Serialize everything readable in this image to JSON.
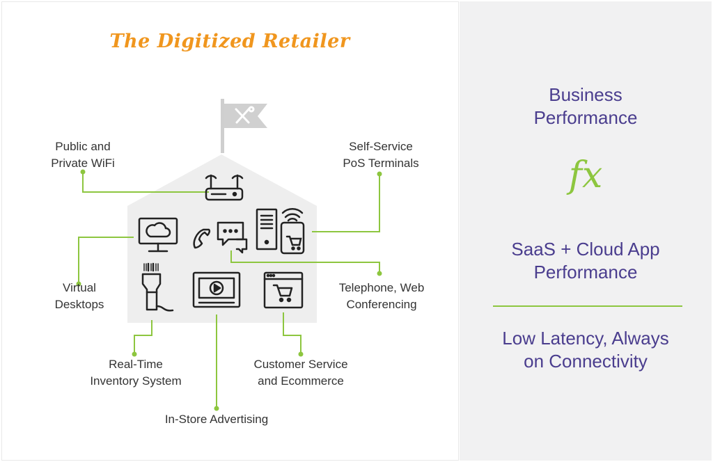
{
  "title": "The Digitized Retailer",
  "colors": {
    "title": "#f0961e",
    "accent_green": "#8dc63f",
    "purple": "#4a3d8e",
    "house_fill": "#eeeeee"
  },
  "labels": {
    "wifi": [
      "Public and",
      "Private WiFi"
    ],
    "pos": [
      "Self-Service",
      "PoS Terminals"
    ],
    "desktops": [
      "Virtual",
      "Desktops"
    ],
    "telephone": [
      "Telephone, Web",
      "Conferencing"
    ],
    "inventory": [
      "Real-Time",
      "Inventory System"
    ],
    "customer": [
      "Customer Service",
      "and Ecommerce"
    ],
    "advertising": "In-Store Advertising"
  },
  "right_panel": {
    "business": [
      "Business",
      "Performance"
    ],
    "fx": "fx",
    "saas": [
      "SaaS + Cloud App",
      "Performance"
    ],
    "latency": [
      "Low Latency, Always",
      "on Connectivity"
    ]
  },
  "icons": [
    "tools-icon",
    "router-icon",
    "cloud-monitor-icon",
    "phone-chat-icon",
    "server-mobile-cart-icon",
    "barcode-scanner-icon",
    "video-screen-icon",
    "cart-browser-icon"
  ]
}
